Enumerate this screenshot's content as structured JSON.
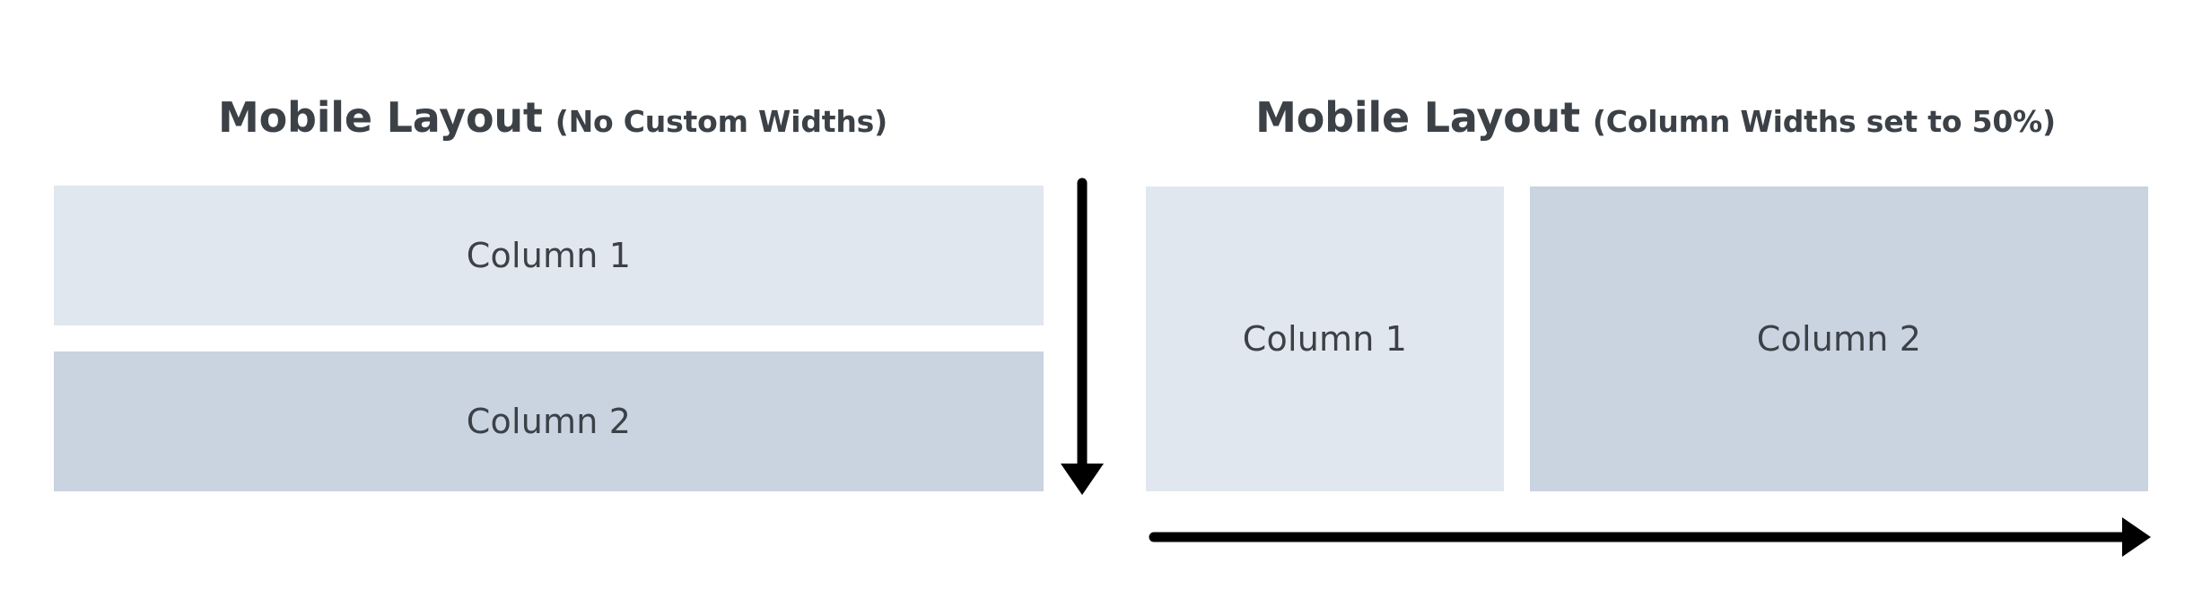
{
  "panels": [
    {
      "id": "no-custom-widths",
      "title_main": "Mobile Layout",
      "title_sub": "(No Custom Widths)",
      "stack_direction": "vertical",
      "columns": [
        {
          "label": "Column 1",
          "tone": "light",
          "tone_hex": "#e1e7ef"
        },
        {
          "label": "Column 2",
          "tone": "dark",
          "tone_hex": "#cad3e0"
        }
      ],
      "flow_arrow": {
        "direction": "down",
        "name": "down-arrow"
      }
    },
    {
      "id": "widths-50-percent",
      "title_main": "Mobile Layout",
      "title_sub": "(Column Widths set to 50%)",
      "stack_direction": "horizontal",
      "columns": [
        {
          "label": "Column 1",
          "tone": "light",
          "tone_hex": "#e1e7ef"
        },
        {
          "label": "Column 2",
          "tone": "dark",
          "tone_hex": "#cad3e0"
        }
      ],
      "flow_arrow": {
        "direction": "right",
        "name": "right-arrow"
      }
    }
  ],
  "colors": {
    "background": "#ffffff",
    "text": "#3b4147",
    "arrow": "#000000",
    "column_light": "#e1e7ef",
    "column_dark": "#cad3e0"
  }
}
